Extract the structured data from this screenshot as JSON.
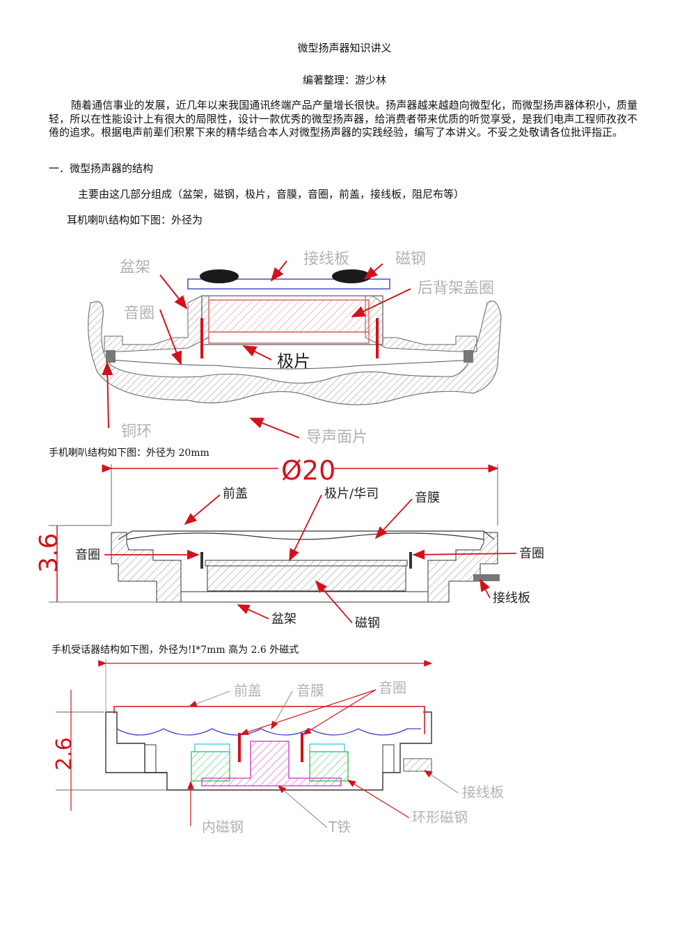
{
  "doc": {
    "title": "微型扬声器知识讲义",
    "author": "编著整理：游少林",
    "intro": "随着通信事业的发展，近几年以来我国通讯终端产品产量增长很快。扬声器越来越趋向微型化，而微型扬声器体积小，质量轻，所以在性能设计上有很大的局限性，设计一款优秀的微型扬声器，给消费者带来优质的听觉享受，是我们电声工程师孜孜不倦的追求。根据电声前辈们积累下来的精华结合本人对微型扬声器的实践经验，编写了本讲义。不妥之处敬请各位批评指正。",
    "section1": "一．微型扬声器的结构",
    "parts": "主要由这几部分组成（盆架，磁钢，极片，音膜，音圈，前盖，接线板，阻尼布等）",
    "earphone_caption": "耳机喇叭结构如下图：外径为",
    "phone_caption": "手机喇叭结构如下图：外径为 20mm",
    "receiver_caption": "手机受话器结构如下图，外径为!I*7mm 高为 2.6 外磁式"
  },
  "fig1": {
    "labels": {
      "frame": "盆架",
      "terminal": "接线板",
      "magnet": "磁钢",
      "back_cover": "后背架盖圈",
      "coil": "音圈",
      "pole": "极片",
      "ring": "铜环",
      "diaphragm": "导声面片"
    }
  },
  "fig2": {
    "dimension_width": "Ø20",
    "dimension_height": "3.6",
    "labels": {
      "front_cover": "前盖",
      "pole": "极片/华司",
      "diaphragm": "音膜",
      "coil_left": "音圈",
      "coil_right": "音圈",
      "frame": "盆架",
      "magnet": "磁钢",
      "terminal": "接线板"
    }
  },
  "fig3": {
    "dimension_height": "2.6",
    "labels": {
      "front_cover": "前盖",
      "diaphragm": "音膜",
      "coil": "音圈",
      "terminal": "接线板",
      "magnet_inner": "内磁钢",
      "t_iron": "T铁",
      "ring_magnet": "环形磁钢"
    }
  },
  "colors": {
    "arrow_red": "#d4111b",
    "outline_blue": "#3a45c8",
    "hatch_gray": "#8a8a8a",
    "magnet_pink": "#e04040",
    "green_magnet": "#2fbf3f",
    "cyan_plate": "#37c8d0",
    "magenta_t": "#c832c8"
  }
}
